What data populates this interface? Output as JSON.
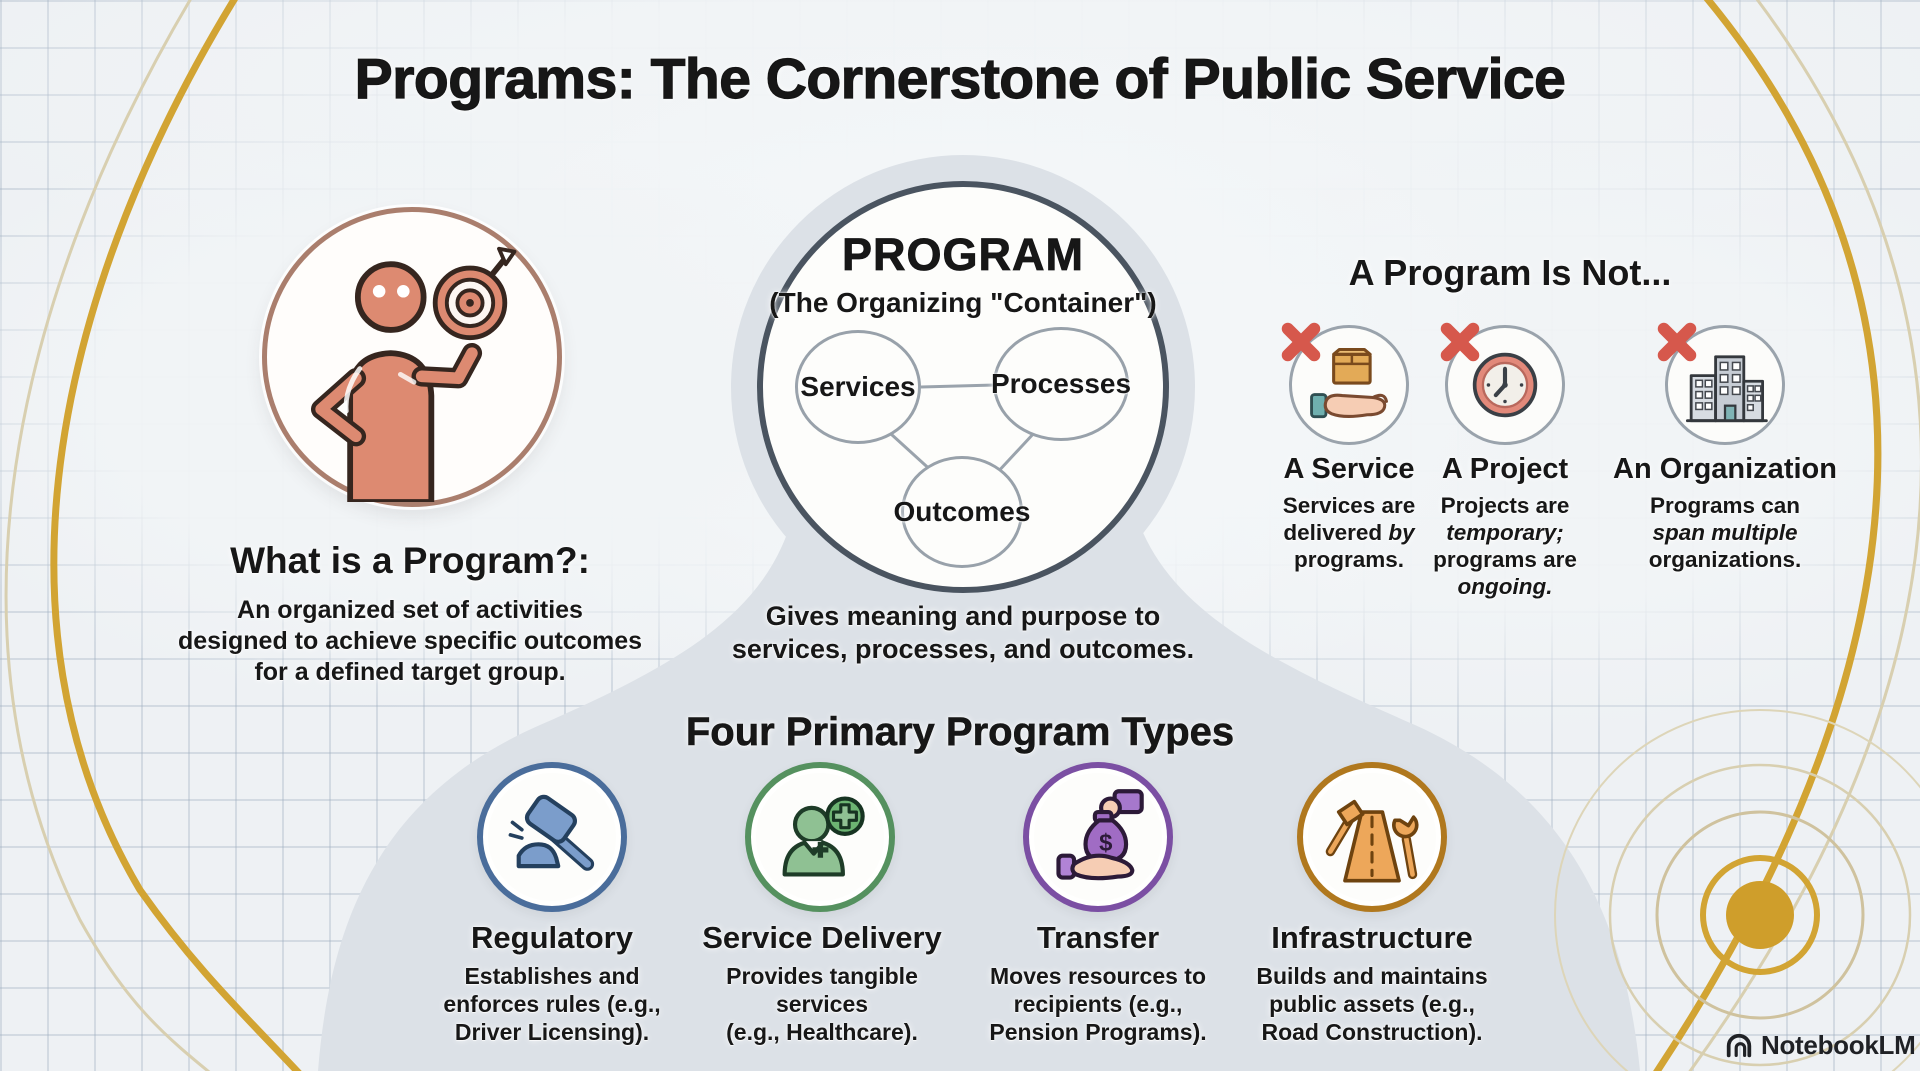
{
  "title": "Programs: The Cornerstone of Public Service",
  "colors": {
    "background": "#eef1f4",
    "grid_line": "#9eaec0",
    "funnel_gray": "#dce1e7",
    "gold_accent": "#d2a433",
    "pale_gold_accent": "#d8cfb0",
    "text": "#171717",
    "x_mark_red": "#d6584c",
    "salmon": "#dd8a71",
    "neutral_ring": "#9aa3ac",
    "program_ring": "#4a5460",
    "hero_ring": "#aa7e6d"
  },
  "what_is": {
    "icon": "person-with-target-icon",
    "heading": "What is a Program?:",
    "description": "An organized set of activities\ndesigned to achieve specific outcomes\nfor a defined target group."
  },
  "program": {
    "title": "PROGRAM",
    "subtitle": "(The Organizing \"Container\")",
    "nodes": [
      {
        "label": "Services"
      },
      {
        "label": "Processes"
      },
      {
        "label": "Outcomes"
      }
    ],
    "caption": "Gives meaning and purpose to\nservices, processes, and outcomes."
  },
  "is_not": {
    "heading": "A Program Is Not...",
    "items": [
      {
        "label": "A Service",
        "icon": "box-on-hand-icon",
        "desc": [
          [
            "Services are\ndelivered ",
            false
          ],
          [
            "by",
            true
          ],
          [
            "\nprograms.",
            false
          ]
        ]
      },
      {
        "label": "A Project",
        "icon": "clock-icon",
        "desc": [
          [
            "Projects are\n",
            false
          ],
          [
            "temporary;",
            true
          ],
          [
            "\nprograms are\n",
            false
          ],
          [
            "ongoing.",
            true
          ]
        ]
      },
      {
        "label": "An Organization",
        "icon": "buildings-icon",
        "desc": [
          [
            "Programs can\n",
            false
          ],
          [
            "span multiple",
            true
          ],
          [
            "\norganizations.",
            false
          ]
        ]
      }
    ]
  },
  "types": {
    "heading": "Four Primary Program Types",
    "items": [
      {
        "label": "Regulatory",
        "icon": "gavel-icon",
        "ring": "#4a6d9b",
        "desc": "Establishes and\nenforces rules (e.g.,\nDriver Licensing)."
      },
      {
        "label": "Service Delivery",
        "icon": "person-health-icon",
        "ring": "#55915f",
        "desc": "Provides tangible\nservices\n(e.g., Healthcare)."
      },
      {
        "label": "Transfer",
        "icon": "money-bag-hand-icon",
        "ring": "#7b4fa3",
        "desc": "Moves resources to\nrecipients (e.g.,\nPension Programs)."
      },
      {
        "label": "Infrastructure",
        "icon": "road-tools-icon",
        "ring": "#b0781e",
        "desc": "Builds and maintains\npublic assets (e.g.,\nRoad Construction)."
      }
    ]
  },
  "watermark": {
    "label": "NotebookLM",
    "icon": "notebooklm-logo"
  }
}
